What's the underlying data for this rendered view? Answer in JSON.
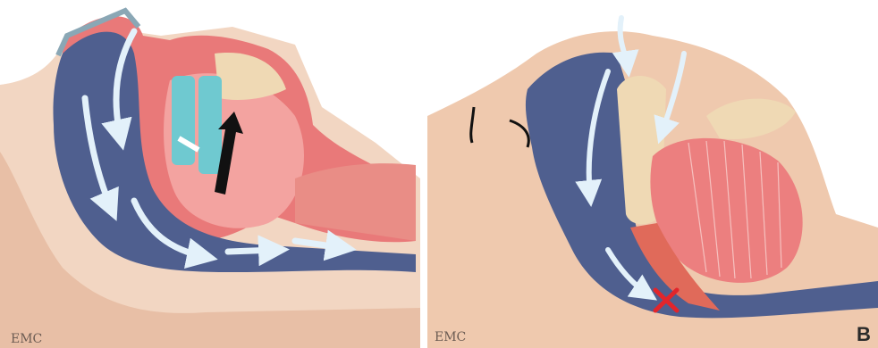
{
  "panels": [
    {
      "id": "left",
      "watermark": "EMC"
    },
    {
      "id": "right",
      "watermark": "EMC",
      "label": "B"
    }
  ],
  "colors": {
    "skin": "#e9c2a8",
    "skin_light": "#f2d6c2",
    "airway": "#4f5f8f",
    "airway_light": "#6f7fb2",
    "tissue_red": "#e97979",
    "tissue_pink": "#f3a3a0",
    "bone": "#efd9b4",
    "teal_device": "#6fc9d0",
    "arrow_light": "#d9ecf7",
    "obstruction": "#e2252b"
  },
  "icons": [
    "airflow-arrow-icon",
    "push-arrow-icon",
    "obstruction-x-icon"
  ]
}
